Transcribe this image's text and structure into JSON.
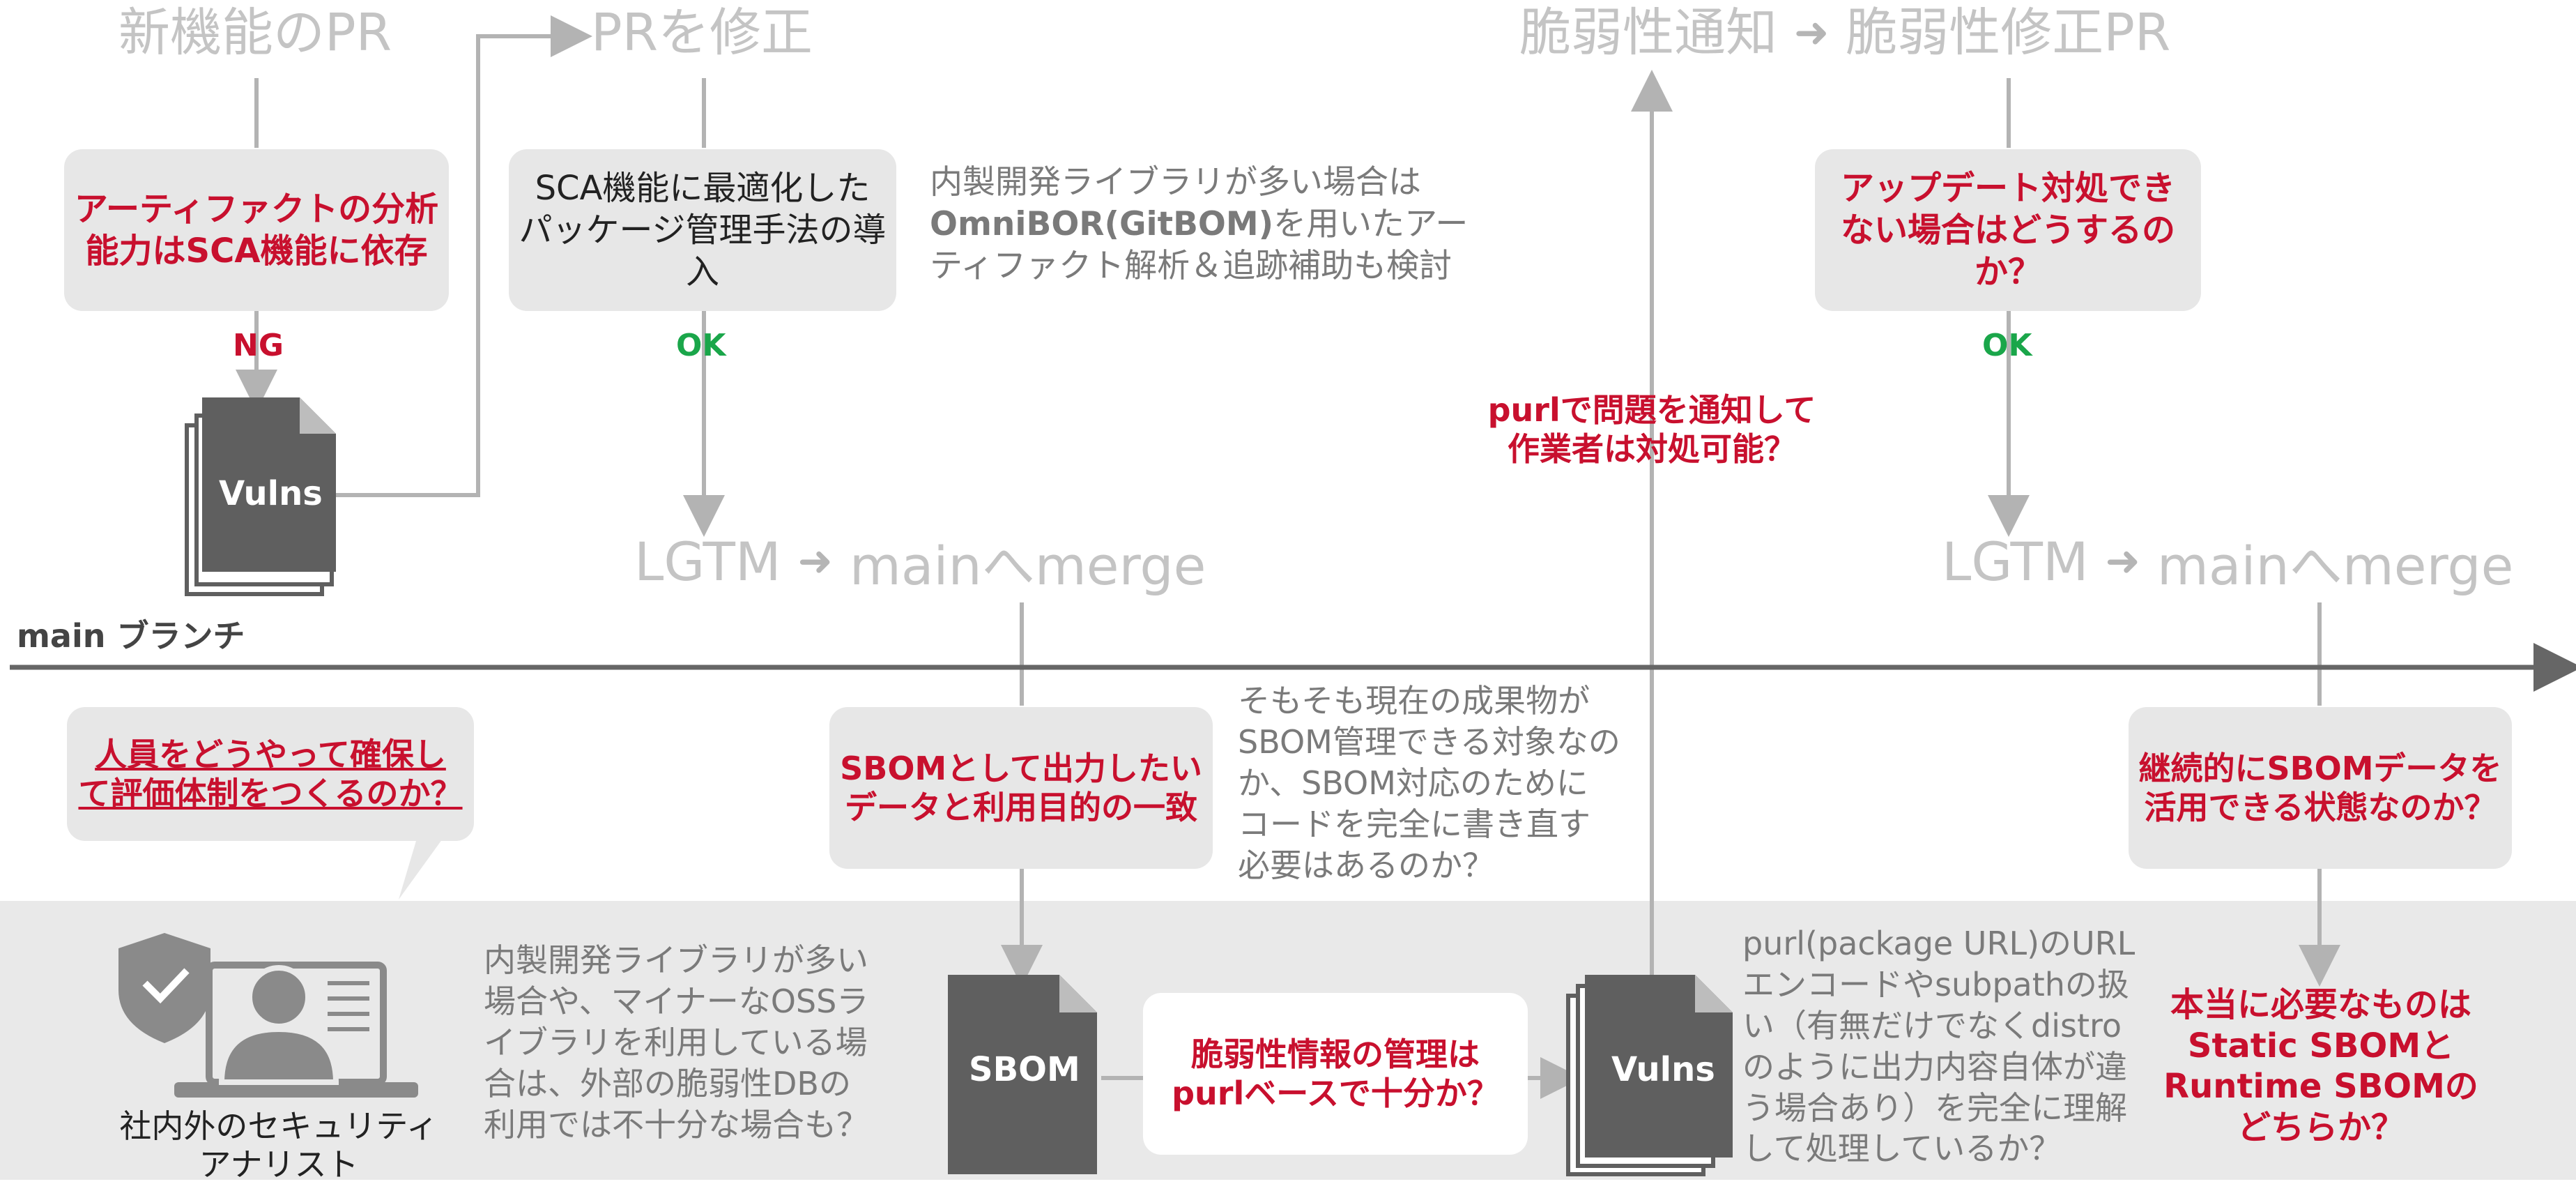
{
  "top_stages": {
    "new_feature_pr": "新機能のPR",
    "fix_pr": "PRを修正",
    "vuln_notify": "脆弱性通知",
    "vuln_fix_pr": "脆弱性修正PR",
    "arrow_glyph": "➜"
  },
  "boxes": {
    "artifact_analysis": "アーティファクトの分析\n能力はSCA機能に依存",
    "package_management": "SCA機能に最適化した\nパッケージ管理手法の導入",
    "update_question": "アップデート対処でき\nない場合はどうするのか？",
    "sbom_output": "SBOMとして出力したい\nデータと利用目的の一致",
    "continuous_use": "継続的にSBOMデータを\n活用できる状態なのか？",
    "personnel": "人員をどうやって確保し\nて評価体制をつくるのか？",
    "purl_management": "脆弱性情報の管理は\npurlベースで十分か？"
  },
  "labels": {
    "ng": "NG",
    "ok1": "OK",
    "ok2": "OK",
    "main_branch": "main ブランチ",
    "purl_notify": "purlで問題を通知して\n作業者は対処可能？",
    "lgtm1_a": "LGTM",
    "lgtm1_b": "mainへmerge",
    "lgtm2_a": "LGTM",
    "lgtm2_b": "mainへmerge",
    "doc_vulns_top": "Vulns",
    "doc_sbom": "SBOM",
    "doc_vulns_bottom": "Vulns",
    "analyst": "社内外のセキュリティ\nアナリスト",
    "static_runtime_a": "本当に必要なものは",
    "static_runtime_b": "Static SBOMと",
    "static_runtime_c": "Runtime SBOMの",
    "static_runtime_d": "どちらか？"
  },
  "notes": {
    "omnibor_1": "内製開発ライブラリが多い場合は",
    "omnibor_2_bold": "OmniBOR(GitBOM)",
    "omnibor_2_rest": "を用いたアー",
    "omnibor_3": "ティファクト解析＆追跡補助も検討",
    "sbom_target": "そもそも現在の成果物が\nSBOM管理できる対象なの\nか、SBOM対応のために\nコードを完全に書き直す\n必要はあるのか？",
    "internal_libs": "内製開発ライブラリが多い\n場合や、マイナーなOSSラ\nイブラリを利用している場\n合は、外部の脆弱性DBの\n利用では不十分な場合も？",
    "purl_encode": "purl(package URL)のURL\nエンコードやsubpathの扱\nい（有無だけでなくdistro\nのように出力内容自体が違\nう場合あり）を完全に理解\nして処理しているか？"
  },
  "colors": {
    "accent_red": "#c8102e",
    "ok_green": "#1aa64a",
    "doc_gray": "#5f5f5f",
    "line_gray": "#b3b3b3"
  }
}
